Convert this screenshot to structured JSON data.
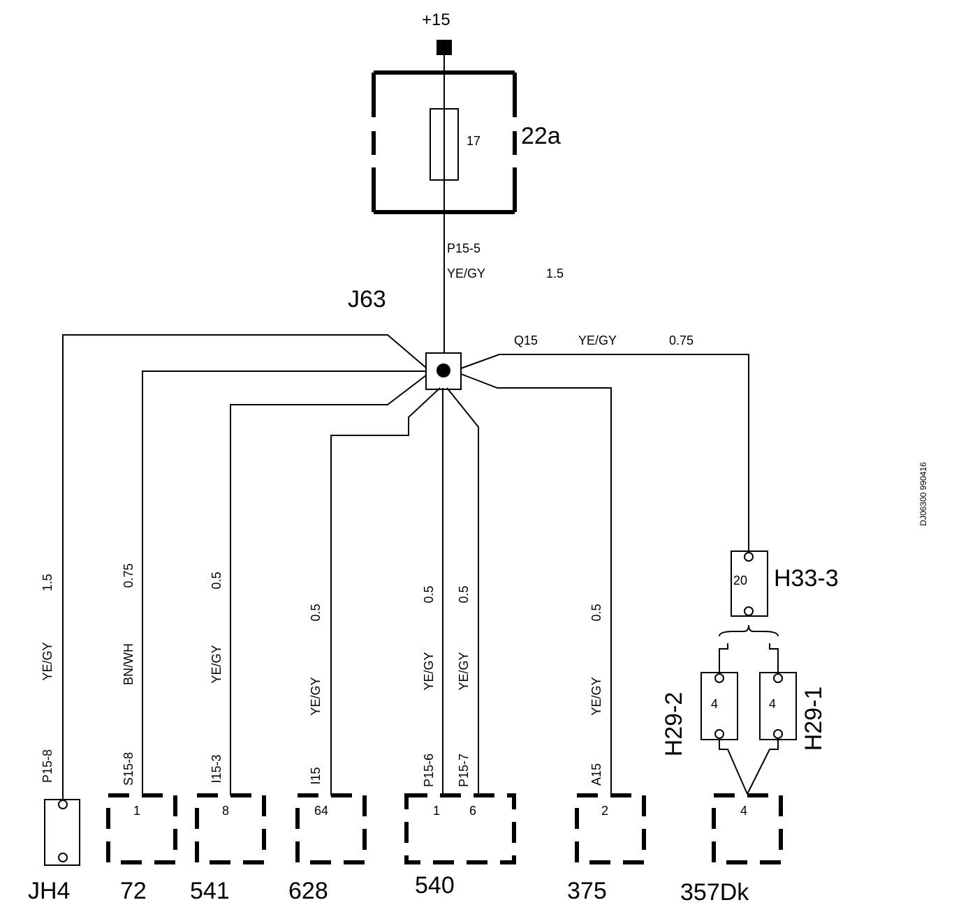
{
  "supply": {
    "label": "+15"
  },
  "fuse_box": {
    "label": "22a",
    "fuse_number": "17"
  },
  "main_wire": {
    "pin": "P15-5",
    "color": "YE/GY",
    "size": "1.5"
  },
  "junction": {
    "label": "J63"
  },
  "top_right_wire": {
    "pin": "Q15",
    "color": "YE/GY",
    "size": "0.75"
  },
  "h33": {
    "label": "H33-3",
    "pin": "20"
  },
  "h29_2": {
    "label": "H29-2",
    "pin": "4"
  },
  "h29_1": {
    "label": "H29-1",
    "pin": "4"
  },
  "wires": [
    {
      "id": "jh4",
      "pin": "P15-8",
      "color": "YE/GY",
      "size": "1.5"
    },
    {
      "id": "c72",
      "pin": "S15-8",
      "color": "BN/WH",
      "size": "0.75"
    },
    {
      "id": "c541",
      "pin": "I15-3",
      "color": "YE/GY",
      "size": "0.5"
    },
    {
      "id": "c628",
      "pin": "I15",
      "color": "YE/GY",
      "size": "0.5"
    },
    {
      "id": "c540a",
      "pin": "P15-6",
      "color": "YE/GY",
      "size": "0.5"
    },
    {
      "id": "c540b",
      "pin": "P15-7",
      "color": "YE/GY",
      "size": "0.5"
    },
    {
      "id": "c375",
      "pin": "A15",
      "color": "YE/GY",
      "size": "0.5"
    }
  ],
  "connectors": [
    {
      "label": "JH4"
    },
    {
      "label": "72",
      "pins": [
        "1"
      ]
    },
    {
      "label": "541",
      "pins": [
        "8"
      ]
    },
    {
      "label": "628",
      "pins": [
        "64"
      ]
    },
    {
      "label": "540",
      "pins": [
        "1",
        "6"
      ]
    },
    {
      "label": "375",
      "pins": [
        "2"
      ]
    },
    {
      "label": "357Dk",
      "pins": [
        "4"
      ]
    }
  ],
  "doc_id": "DJ06300 990416"
}
